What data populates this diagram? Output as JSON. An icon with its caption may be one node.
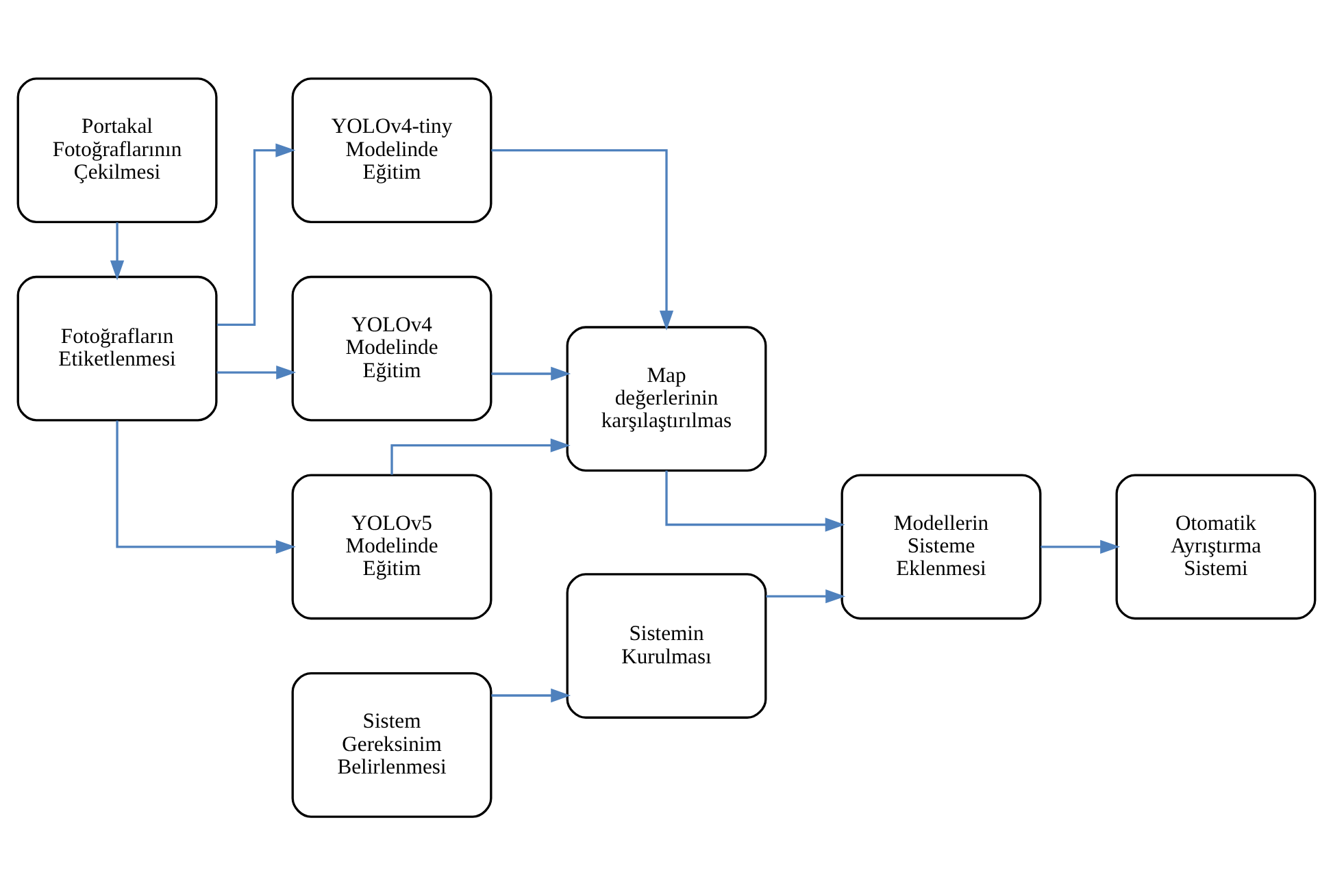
{
  "diagram": {
    "nodes": [
      {
        "text": [
          "Portakal Fotoğraflarının Çekilmesi"
        ]
      },
      {
        "text": [
          "Fotoğrafların Etiketlenmesi"
        ]
      },
      {
        "text": [
          "YOLOv4-tiny Modelinde Eğitim"
        ]
      },
      {
        "text": [
          "YOLOv4 Modelinde Eğitim"
        ]
      },
      {
        "text": [
          "YOLOv5 Modelinde Eğitim"
        ]
      },
      {
        "text": [
          "Map değerlerinin karşılaştırılmas"
        ]
      },
      {
        "text": [
          "Sistem Gereksinim Belirlenmesi"
        ]
      },
      {
        "text": [
          "Sistemin Kurulması"
        ]
      },
      {
        "text": [
          "Modellerin Sisteme Eklenmesi"
        ]
      },
      {
        "text": [
          "Otomatik Ayrıştırma Sistemi"
        ]
      }
    ],
    "edges": [
      {
        "from": 0,
        "to": 1,
        "arrow": "to"
      },
      {
        "from": 1,
        "to": 2,
        "arrow": "to"
      },
      {
        "from": 1,
        "to": 3,
        "arrow": "to"
      },
      {
        "from": 1,
        "to": 4,
        "arrow": "to"
      },
      {
        "from": 2,
        "to": 5,
        "arrow": "to"
      },
      {
        "from": 3,
        "to": 5,
        "arrow": "to"
      },
      {
        "from": 4,
        "to": 5,
        "arrow": "to"
      },
      {
        "from": 5,
        "to": 8,
        "arrow": "to"
      },
      {
        "from": 6,
        "to": 7,
        "arrow": "to"
      },
      {
        "from": 7,
        "to": 8,
        "arrow": "to"
      },
      {
        "from": 8,
        "to": 9,
        "arrow": "to"
      }
    ]
  }
}
